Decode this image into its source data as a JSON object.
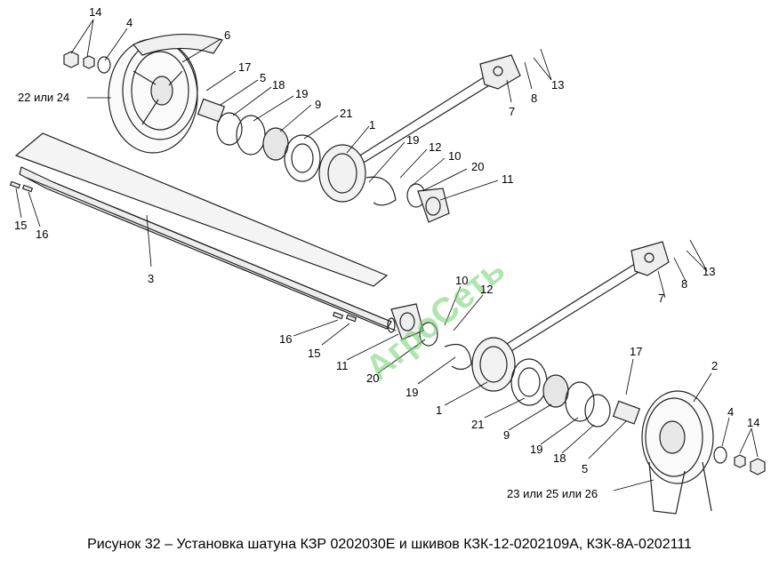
{
  "caption": "Рисунок 32 – Установка шатуна КЗР 0202030Е и шкивов КЗК-12-0202109А, КЗК-8А-0202111",
  "watermark": "АгроСеть",
  "labels": {
    "l14a": "14",
    "l4a": "4",
    "l6": "6",
    "l2224": "22 или 24",
    "l17a": "17",
    "l5a": "5",
    "l18a": "18",
    "l19a": "19",
    "l9a": "9",
    "l21a": "21",
    "l1a": "1",
    "l19b": "19",
    "l12a": "12",
    "l10a": "10",
    "l20a": "20",
    "l11a": "11",
    "l7a": "7",
    "l8a": "8",
    "l13a": "13",
    "l15a": "15",
    "l16a": "16",
    "l3": "3",
    "l10b": "10",
    "l12b": "12",
    "l16b": "16",
    "l15b": "15",
    "l11b": "11",
    "l20b": "20",
    "l19c": "19",
    "l1b": "1",
    "l7b": "7",
    "l8b": "8",
    "l13b": "13",
    "l17b": "17",
    "l2": "2",
    "l21b": "21",
    "l9b": "9",
    "l19d": "19",
    "l18b": "18",
    "l5b": "5",
    "l4b": "4",
    "l14b": "14",
    "l232526": "23 или 25 или 26"
  }
}
